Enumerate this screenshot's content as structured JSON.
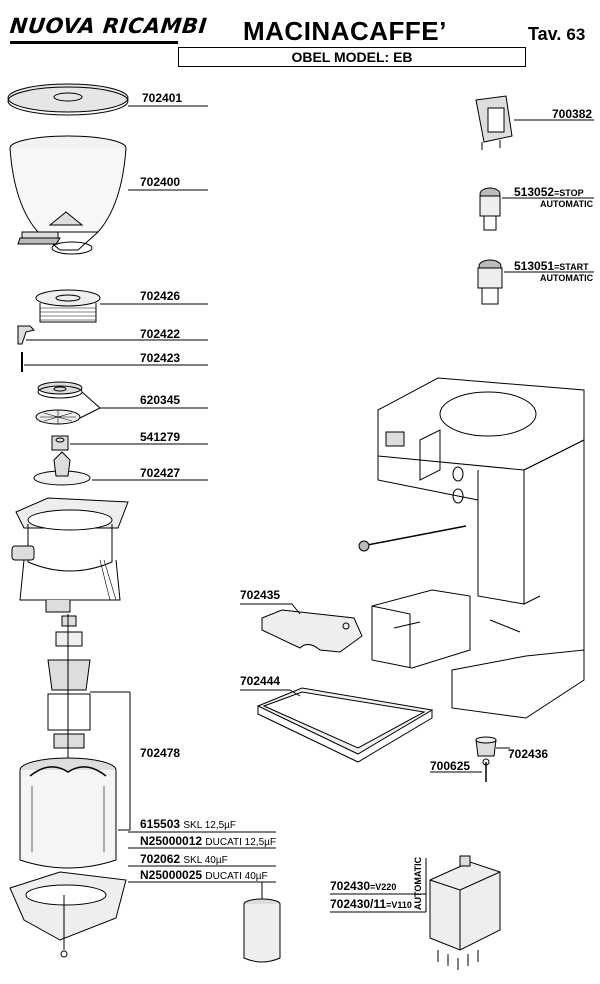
{
  "header": {
    "brand": "NUOVA RICAMBI",
    "title": "MACINACAFFE’",
    "tav_label": "Tav.",
    "tav_number": "63",
    "model": "OBEL MODEL: EB"
  },
  "parts": {
    "p702401": "702401",
    "p702400": "702400",
    "p702426": "702426",
    "p702422": "702422",
    "p702423": "702423",
    "p620345": "620345",
    "p541279": "541279",
    "p702427": "702427",
    "p702478": "702478",
    "p700382": "700382",
    "p513052": "513052",
    "p513052_suffix": "=STOP",
    "p513052_note": "AUTOMATIC",
    "p513051": "513051",
    "p513051_suffix": "=START",
    "p513051_note": "AUTOMATIC",
    "p702435": "702435",
    "p702444": "702444",
    "p702436": "702436",
    "p700625": "700625",
    "p702430": "702430",
    "p702430_suffix": "=V220",
    "p702430_11": "702430/11",
    "p702430_11_suffix": "=V110",
    "automatic_vertical": "AUTOMATIC"
  },
  "capacitors": [
    {
      "code": "615503",
      "desc": "SKL 12,5µF"
    },
    {
      "code": "N25000012",
      "desc": "DUCATI 12,5µF"
    },
    {
      "code": "702062",
      "desc": "SKL 40µF"
    },
    {
      "code": "N25000025",
      "desc": "DUCATI 40µF"
    }
  ]
}
